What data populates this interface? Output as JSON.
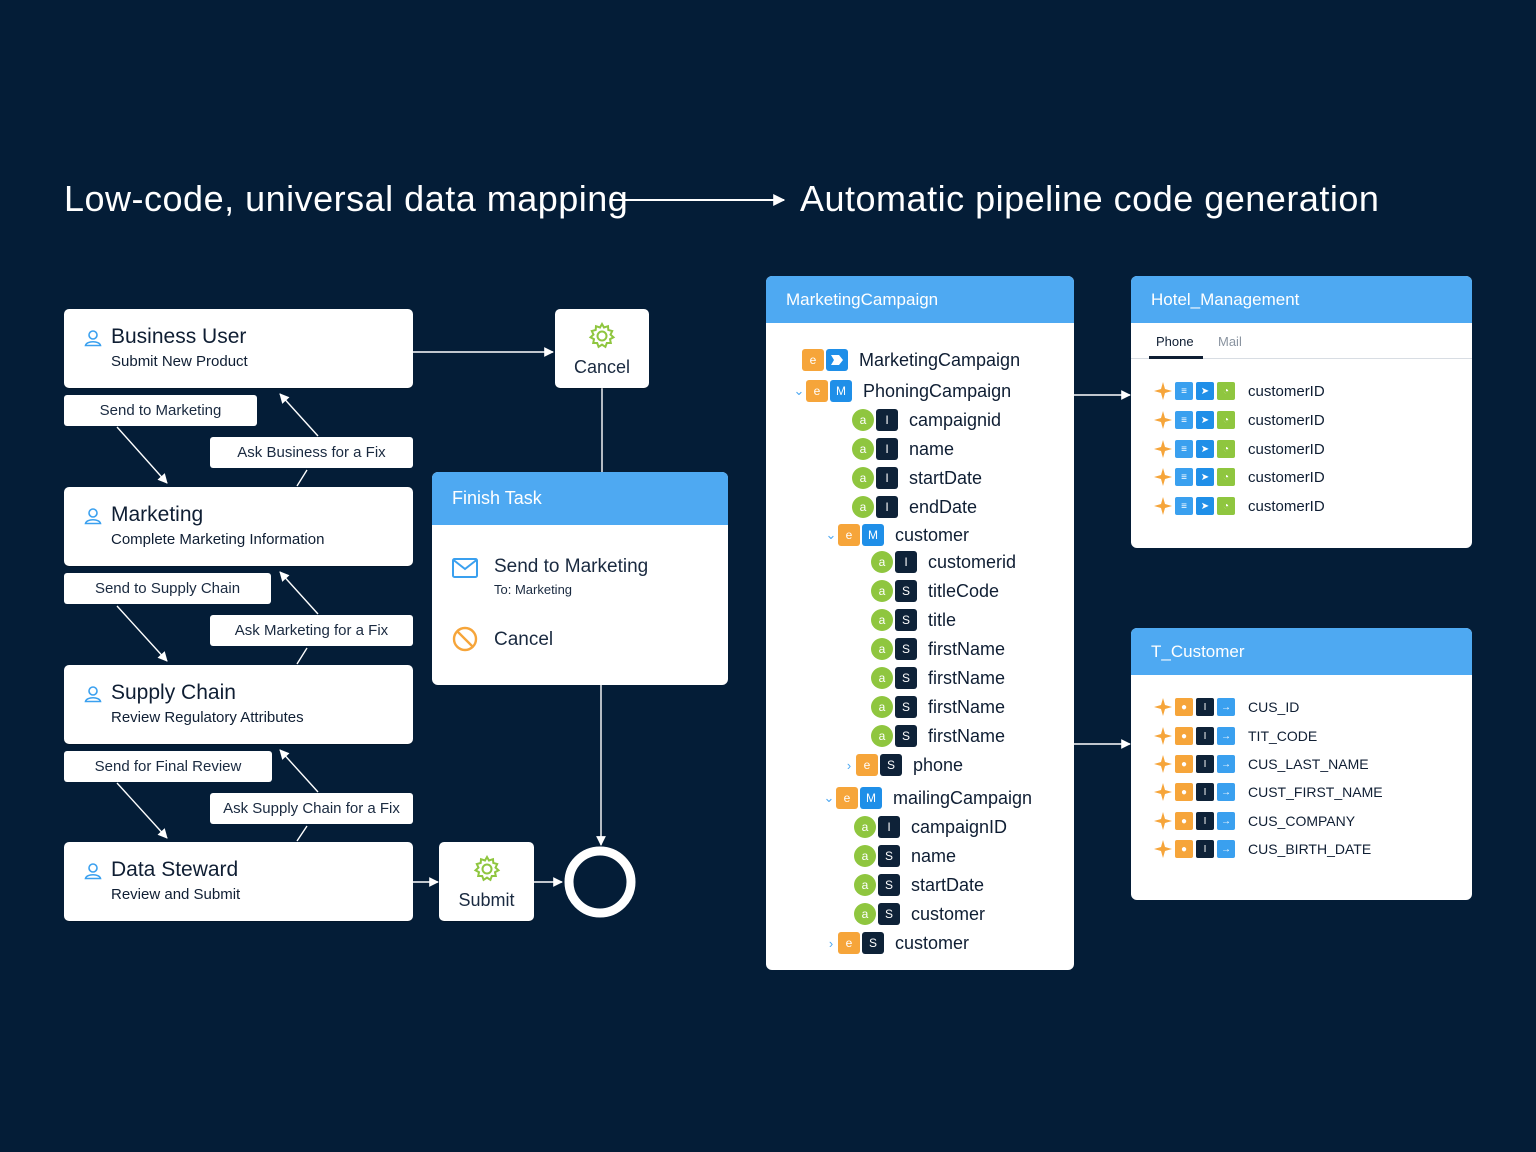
{
  "headline": {
    "left": "Low-code, universal data mapping",
    "right": "Automatic pipeline code generation"
  },
  "workflow": {
    "steps": [
      {
        "title": "Business User",
        "subtitle": "Submit New Product"
      },
      {
        "title": "Marketing",
        "subtitle": "Complete Marketing Information"
      },
      {
        "title": "Supply Chain",
        "subtitle": "Review Regulatory Attributes"
      },
      {
        "title": "Data Steward",
        "subtitle": "Review and Submit"
      }
    ],
    "transitions": [
      {
        "forward": "Send to Marketing",
        "back": "Ask Business for a Fix"
      },
      {
        "forward": "Send to Supply Chain",
        "back": "Ask Marketing for a Fix"
      },
      {
        "forward": "Send for Final Review",
        "back": "Ask Supply Chain for a Fix"
      }
    ],
    "cancel_action": {
      "label": "Cancel",
      "icon": "gear-icon"
    },
    "submit_action": {
      "label": "Submit",
      "icon": "gear-icon"
    },
    "end_node": "end-circle",
    "finish_task": {
      "header": "Finish Task",
      "send": {
        "title": "Send to Marketing",
        "subtitle": "To: Marketing",
        "icon": "mail-icon"
      },
      "cancel": {
        "title": "Cancel",
        "icon": "no-entry-icon"
      }
    }
  },
  "marketing_campaign": {
    "header": "MarketingCampaign",
    "rows": [
      {
        "badges": [
          "e",
          ""
        ],
        "label": "MarketingCampaign",
        "chevron": ""
      },
      {
        "badges": [
          "e",
          "M"
        ],
        "label": "PhoningCampaign",
        "chevron": "⌄"
      },
      {
        "badges": [
          "a",
          "I"
        ],
        "label": "campaignid",
        "chevron": ""
      },
      {
        "badges": [
          "a",
          "I"
        ],
        "label": "name",
        "chevron": ""
      },
      {
        "badges": [
          "a",
          "I"
        ],
        "label": "startDate",
        "chevron": ""
      },
      {
        "badges": [
          "a",
          "I"
        ],
        "label": "endDate",
        "chevron": ""
      },
      {
        "badges": [
          "e",
          "M"
        ],
        "label": "customer",
        "chevron": "⌄"
      },
      {
        "badges": [
          "a",
          "I"
        ],
        "label": "customerid",
        "chevron": ""
      },
      {
        "badges": [
          "a",
          "S"
        ],
        "label": "titleCode",
        "chevron": ""
      },
      {
        "badges": [
          "a",
          "S"
        ],
        "label": "title",
        "chevron": ""
      },
      {
        "badges": [
          "a",
          "S"
        ],
        "label": "firstName",
        "chevron": ""
      },
      {
        "badges": [
          "a",
          "S"
        ],
        "label": "firstName",
        "chevron": ""
      },
      {
        "badges": [
          "a",
          "S"
        ],
        "label": "firstName",
        "chevron": ""
      },
      {
        "badges": [
          "a",
          "S"
        ],
        "label": "firstName",
        "chevron": ""
      },
      {
        "badges": [
          "e",
          "S"
        ],
        "label": "phone",
        "chevron": "›"
      },
      {
        "badges": [
          "e",
          "M"
        ],
        "label": "mailingCampaign",
        "chevron": "⌄"
      },
      {
        "badges": [
          "a",
          "I"
        ],
        "label": "campaignID",
        "chevron": ""
      },
      {
        "badges": [
          "a",
          "S"
        ],
        "label": "name",
        "chevron": ""
      },
      {
        "badges": [
          "a",
          "S"
        ],
        "label": "startDate",
        "chevron": ""
      },
      {
        "badges": [
          "a",
          "S"
        ],
        "label": "customer",
        "chevron": ""
      },
      {
        "badges": [
          "e",
          "S"
        ],
        "label": "customer",
        "chevron": "›"
      }
    ]
  },
  "hotel_management": {
    "header": "Hotel_Management",
    "tabs": [
      "Phone",
      "Mail"
    ],
    "active_tab": "Phone",
    "fields": [
      "customerID",
      "customerID",
      "customerID",
      "customerID",
      "customerID"
    ]
  },
  "t_customer": {
    "header": "T_Customer",
    "fields": [
      "CUS_ID",
      "TIT_CODE",
      "CUS_LAST_NAME",
      "CUST_FIRST_NAME",
      "CUS_COMPANY",
      "CUS_BIRTH_DATE"
    ]
  },
  "colors": {
    "background": "#041d37",
    "panel_header": "#4ea9f2",
    "accent_green": "#8fc63f",
    "accent_orange": "#f6a53a",
    "icon_blue": "#3aa0ef"
  }
}
